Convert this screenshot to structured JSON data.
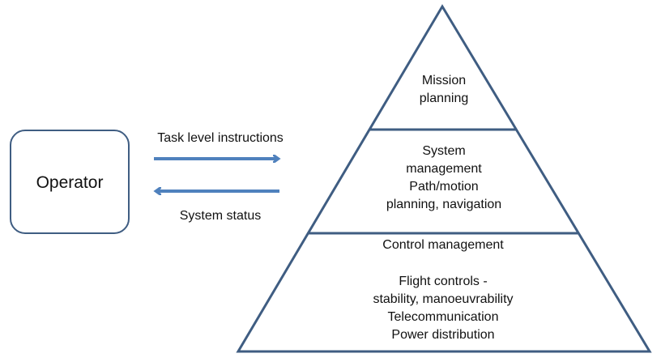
{
  "colors": {
    "pyramid_stroke": "#3f5d82",
    "arrow": "#4f81bd",
    "box_stroke": "#3f5d82"
  },
  "operator": {
    "label": "Operator"
  },
  "arrows": {
    "to_system": "Task level instructions",
    "to_operator": "System status"
  },
  "pyramid": {
    "top": {
      "lines": [
        "Mission",
        "planning"
      ]
    },
    "middle": {
      "lines": [
        "System",
        "management",
        "Path/motion",
        "planning, navigation"
      ]
    },
    "bottom": {
      "title": "Control management",
      "lines": [
        "Flight controls -",
        "stability, manoeuvrability",
        "Telecommunication",
        "Power distribution"
      ]
    }
  }
}
